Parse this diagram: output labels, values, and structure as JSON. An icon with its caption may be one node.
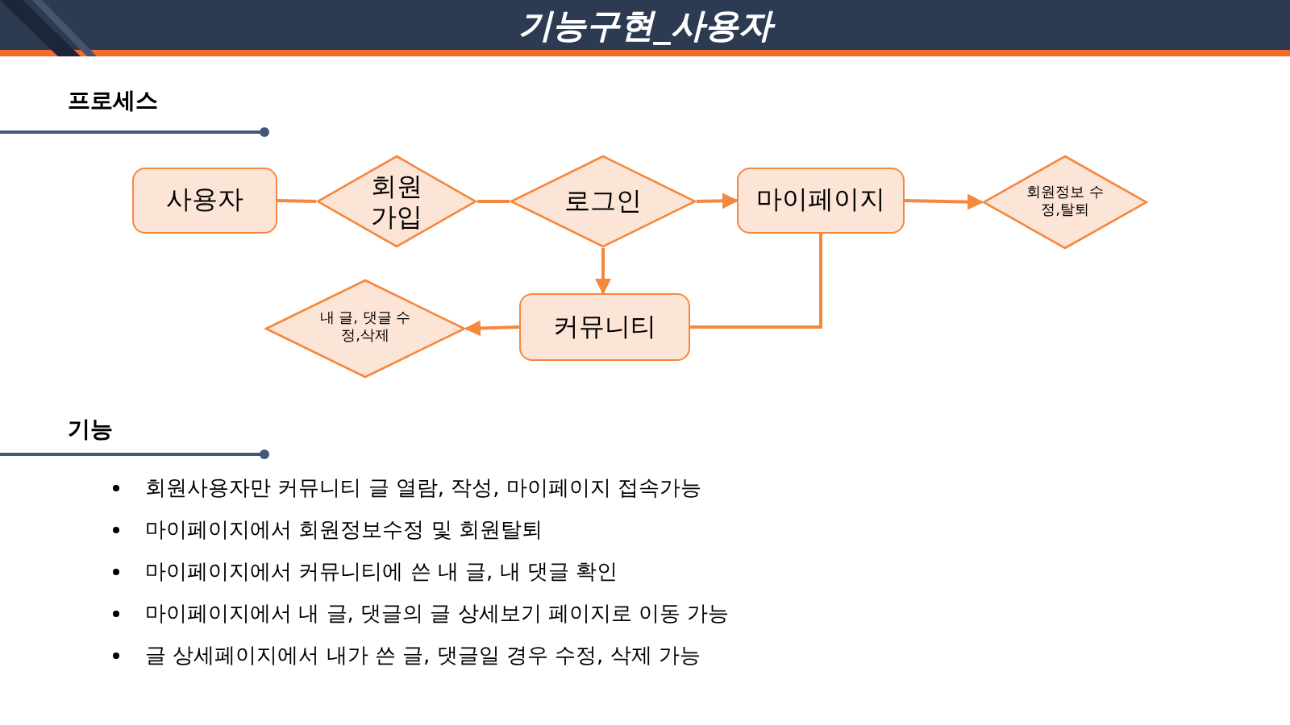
{
  "diagram": {
    "title": "기능구현_사용자",
    "nodes": [
      {
        "text": [
          "사용자"
        ]
      },
      {
        "text": [
          "회원 가입"
        ]
      },
      {
        "text": [
          "로그인"
        ]
      },
      {
        "text": [
          "마이페이지"
        ]
      },
      {
        "text": [
          "회원정보 수정,탈퇴"
        ]
      },
      {
        "text": [
          "커뮤니티"
        ]
      },
      {
        "text": [
          "내 글, 댓글 수정,삭제"
        ]
      }
    ],
    "edges": [
      {
        "from": 0,
        "to": 1,
        "arrow": "none"
      },
      {
        "from": 1,
        "to": 2,
        "arrow": "none"
      },
      {
        "from": 2,
        "to": 3,
        "arrow": "to"
      },
      {
        "from": 3,
        "to": 4,
        "arrow": "to"
      },
      {
        "from": 2,
        "to": 5,
        "arrow": "to"
      },
      {
        "from": 3,
        "to": 5,
        "arrow": "none"
      },
      {
        "from": 5,
        "to": 6,
        "arrow": "to"
      }
    ],
    "labels": [
      "프로세스",
      "기능",
      "회원사용자만 커뮤니티 글 열람, 작성, 마이페이지 접속가능",
      "마이페이지에서 회원정보수정 및 회원탈퇴",
      "마이페이지에서 커뮤니티에 쓴 내 글, 내 댓글 확인",
      "마이페이지에서 내 글, 댓글의 글 상세보기 페이지로 이동 가능",
      "글 상세페이지에서 내가 쓴 글, 댓글일 경우 수정, 삭제 가능"
    ]
  }
}
